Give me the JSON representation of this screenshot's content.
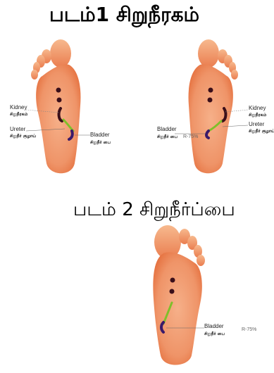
{
  "figure1": {
    "title": "படம்1 சிறுநீரகம்",
    "left_foot": {
      "kidney_en": "Kidney",
      "kidney_ta": "சிறுநீரகம்",
      "ureter_en": "Ureter",
      "ureter_ta": "சிறுநீர் குழாய்",
      "bladder_en": "Bladder",
      "bladder_ta": "சிறுநீர் பை"
    },
    "right_foot": {
      "kidney_en": "Kidney",
      "kidney_ta": "சிறுநீரகம்",
      "ureter_en": "Ureter",
      "ureter_ta": "சிறுநீர் குழாய்",
      "bladder_en": "Bladder",
      "bladder_ta": "சிறுநீர் பை",
      "ratio": "R-75%"
    }
  },
  "figure2": {
    "title": "படம் 2 சிறுநீர்ப்பை",
    "foot": {
      "bladder_en": "Bladder",
      "bladder_ta": "சிறுநீர் பை",
      "ratio": "R-75%"
    }
  },
  "colors": {
    "foot_light": "#f7b98e",
    "foot_dark": "#e9764a",
    "point": "#3a0f1a",
    "ureter_green": "#7fbf2a",
    "bladder_purple": "#3a1a6a"
  }
}
